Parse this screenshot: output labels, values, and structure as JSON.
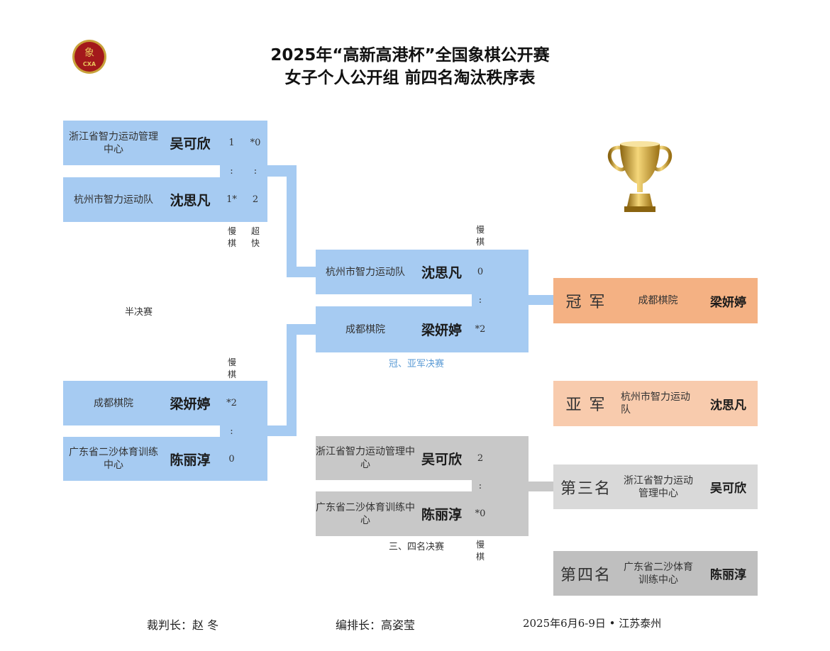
{
  "header": {
    "title_line1": "2025年“高新高港杯”全国象棋公开赛",
    "title_line2": "女子个人公开组  前四名淘汰秩序表",
    "logo_text": "CXA"
  },
  "labels": {
    "semifinal": "半决赛",
    "final": "冠、亚军决赛",
    "third_place_final": "三、四名决赛",
    "slow": "慢棋",
    "blitz": "超快",
    "colon": ":"
  },
  "semifinal1": {
    "players": [
      {
        "org": "浙江省智力运动管理中心",
        "name": "吴可欣",
        "slow": "1",
        "blitz": "*0"
      },
      {
        "org": "杭州市智力运动队",
        "name": "沈思凡",
        "slow": "1*",
        "blitz": "2"
      }
    ]
  },
  "semifinal2": {
    "players": [
      {
        "org": "成都棋院",
        "name": "梁妍婷",
        "slow": "*2"
      },
      {
        "org": "广东省二沙体育训练中心",
        "name": "陈丽淳",
        "slow": "0"
      }
    ]
  },
  "final": {
    "players": [
      {
        "org": "杭州市智力运动队",
        "name": "沈思凡",
        "slow": "0"
      },
      {
        "org": "成都棋院",
        "name": "梁妍婷",
        "slow": "*2"
      }
    ]
  },
  "third_place": {
    "players": [
      {
        "org": "浙江省智力运动管理中心",
        "name": "吴可欣",
        "slow": "2"
      },
      {
        "org": "广东省二沙体育训练中心",
        "name": "陈丽淳",
        "slow": "*0"
      }
    ]
  },
  "results": [
    {
      "rank": "冠 军",
      "org": "成都棋院",
      "name": "梁妍婷",
      "color": "#f4b183"
    },
    {
      "rank": "亚 军",
      "org": "杭州市智力运动队",
      "name": "沈思凡",
      "color": "#f8cbad"
    },
    {
      "rank": "第三名",
      "org": "浙江省智力运动管理中心",
      "name": "吴可欣",
      "color": "#d9d9d9"
    },
    {
      "rank": "第四名",
      "org": "广东省二沙体育训练中心",
      "name": "陈丽淳",
      "color": "#bfbfbf"
    }
  ],
  "footer": {
    "chief_referee": "裁判长：赵 冬",
    "chief_arbiter": "编排长：高姿莹",
    "date_place": "2025年6月6-9日 • 江苏泰州"
  },
  "colors": {
    "bracket_blue": "#a6cbf2",
    "bracket_gray": "#c8c8c8"
  }
}
